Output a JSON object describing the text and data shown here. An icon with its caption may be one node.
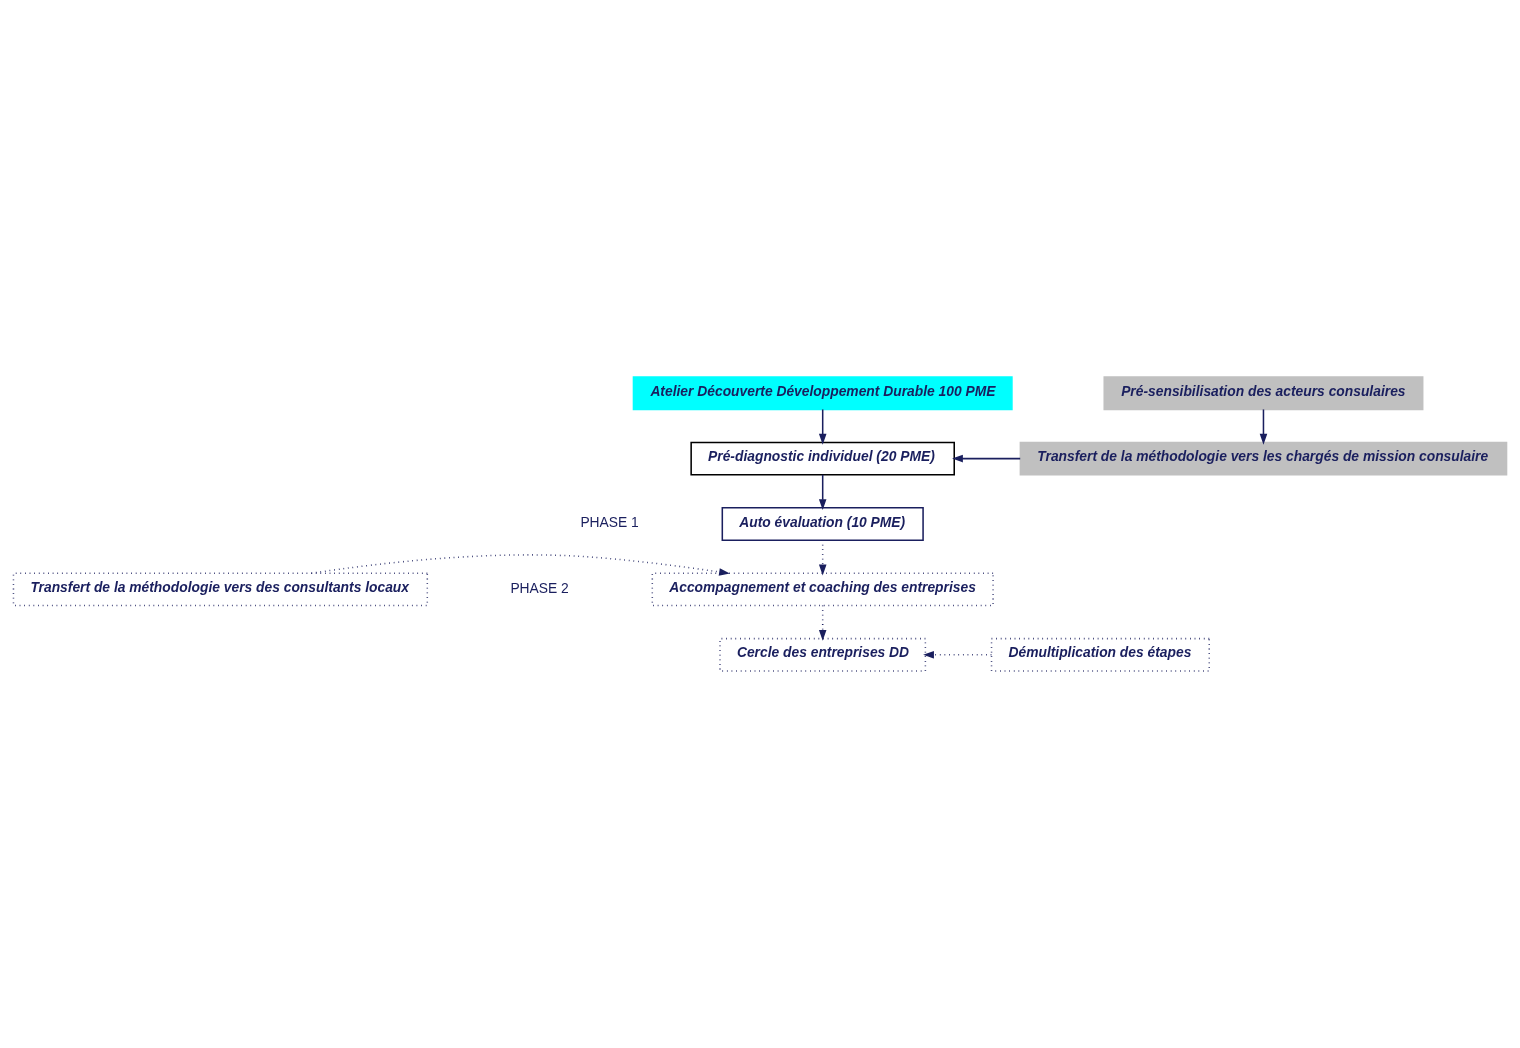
{
  "diagram": {
    "nodes": [
      {
        "text": [
          "Atelier Découverte Développement Durable 100 PME"
        ]
      },
      {
        "text": [
          "Pré-sensibilisation des acteurs consulaires"
        ]
      },
      {
        "text": [
          "Pré-diagnostic individuel (20 PME)"
        ]
      },
      {
        "text": [
          "Transfert de la méthodologie vers les chargés de mission consulaire"
        ]
      },
      {
        "text": [
          "Auto évaluation (10 PME)"
        ]
      },
      {
        "text": [
          "Accompagnement et coaching des entreprises"
        ]
      },
      {
        "text": [
          "Transfert de la méthodologie vers des consultants locaux"
        ]
      },
      {
        "text": [
          "Cercle des entreprises DD"
        ]
      },
      {
        "text": [
          "Démultiplication des étapes"
        ]
      }
    ],
    "edges": [
      {
        "from": 0,
        "to": 2,
        "arrow": "to"
      },
      {
        "from": 1,
        "to": 3,
        "arrow": "to"
      },
      {
        "from": 3,
        "to": 2,
        "arrow": "to"
      },
      {
        "from": 2,
        "to": 4,
        "arrow": "to"
      },
      {
        "from": 4,
        "to": 5,
        "arrow": "to",
        "style": "dashed"
      },
      {
        "from": 6,
        "to": 5,
        "arrow": "to",
        "style": "dashed"
      },
      {
        "from": 5,
        "to": 7,
        "arrow": "to",
        "style": "dashed"
      },
      {
        "from": 8,
        "to": 7,
        "arrow": "to",
        "style": "dashed"
      }
    ],
    "labels": [
      "PHASE 1",
      "PHASE 2"
    ]
  }
}
